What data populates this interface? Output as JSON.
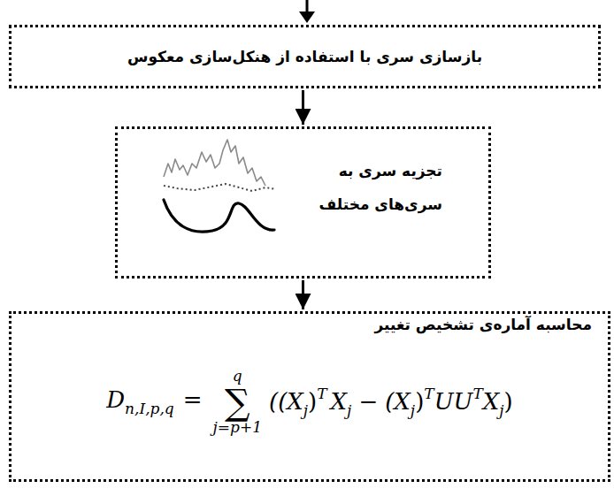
{
  "diagram": {
    "nodes": [
      {
        "text": [
          "بازسازی سری با استفاده از هنکل‌سازی معکوس"
        ]
      },
      {
        "text": [
          "تجزیه سری به سری‌های مختلف"
        ]
      },
      {
        "text": [
          "محاسبه آماره‌ی تشخیص تغییر",
          "D",
          "n,I,p,q",
          "=",
          "q",
          "∑",
          "j=p+1",
          "((X",
          "j",
          ")",
          "T",
          "X",
          "j",
          "−",
          "(X",
          "j",
          ")",
          "T",
          "UU",
          "T",
          "X",
          "j",
          ")"
        ]
      }
    ],
    "edges": [
      {
        "from": 0,
        "to": 1,
        "arrow": "to"
      },
      {
        "from": 1,
        "to": 2,
        "arrow": "to"
      }
    ]
  }
}
